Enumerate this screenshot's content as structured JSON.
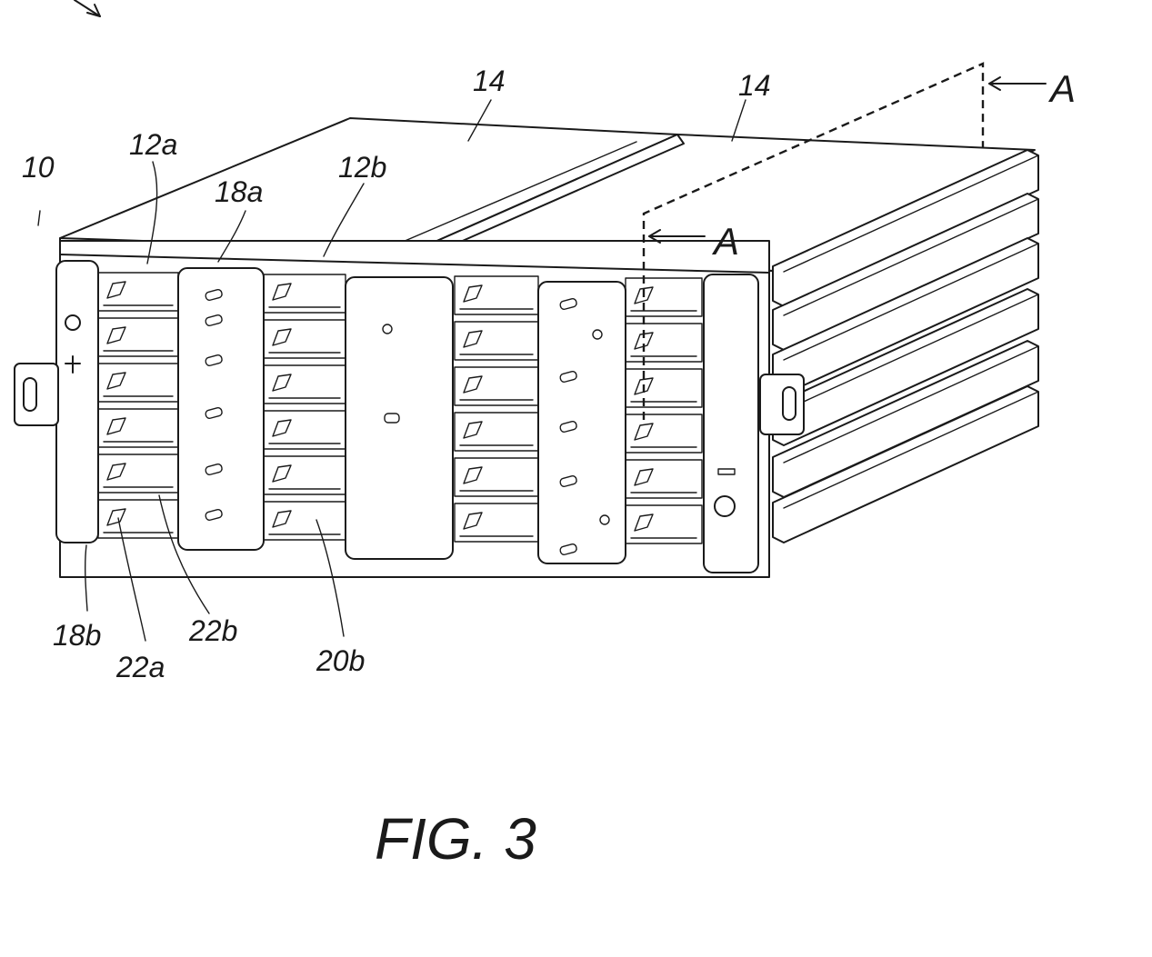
{
  "figure": {
    "caption": "FIG. 3",
    "section_marker": "A"
  },
  "labels": {
    "assembly": "10",
    "module_left": "12a",
    "module_right": "12b",
    "cover_left": "14",
    "cover_right": "14",
    "bracket_top": "18a",
    "bracket_side": "18b",
    "slot_lower": "20b",
    "latch_a": "22a",
    "latch_b": "22b"
  },
  "colors": {
    "ink": "#1a1a1a",
    "paper": "#ffffff"
  }
}
